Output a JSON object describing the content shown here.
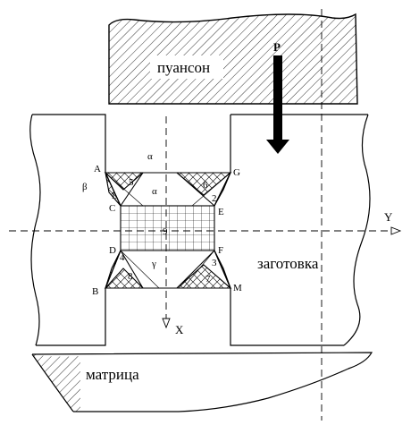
{
  "labels": {
    "punch": "пуансон",
    "workpiece": "заготовка",
    "die": "матрица",
    "force": "P",
    "axis_x": "X",
    "axis_y": "Y"
  },
  "points": {
    "A": "A",
    "G": "G",
    "C": "C",
    "E": "E",
    "D": "D",
    "F": "F",
    "B": "B",
    "M": "M"
  },
  "angles": {
    "alpha_top": "α",
    "alpha_mid": "α",
    "beta": "β",
    "gamma": "γ"
  },
  "zones": {
    "z1": "1",
    "z2": "2",
    "z3": "3",
    "z4": "4",
    "z5": "5",
    "z6": "6",
    "z7": "7",
    "z8": "8",
    "z9": "9"
  },
  "colors": {
    "line": "#000000",
    "background": "#ffffff"
  }
}
